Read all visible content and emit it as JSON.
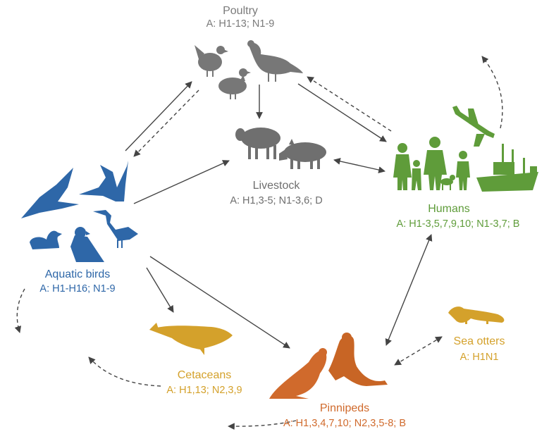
{
  "colors": {
    "poultry": "#7a7a7a",
    "livestock": "#6e6e6e",
    "humans": "#5f9c3a",
    "aquatic_birds": "#2e67a8",
    "cetaceans": "#d4a12b",
    "pinnipeds": "#d06a2c",
    "sea_otters": "#d4a12b",
    "arrow": "#444444"
  },
  "nodes": {
    "poultry": {
      "name": "Poultry",
      "subtypes": "A: H1-13; N1-9"
    },
    "livestock": {
      "name": "Livestock",
      "subtypes": "A: H1,3-5; N1-3,6; D"
    },
    "humans": {
      "name": "Humans",
      "subtypes": "A: H1-3,5,7,9,10; N1-3,7; B"
    },
    "aquatic_birds": {
      "name": "Aquatic birds",
      "subtypes": "A: H1-H16; N1-9"
    },
    "cetaceans": {
      "name": "Cetaceans",
      "subtypes": "A: H1,13; N2,3,9"
    },
    "pinnipeds": {
      "name": "Pinnipeds",
      "subtypes": "A: H1,3,4,7,10; N2,3,5-8; B"
    },
    "sea_otters": {
      "name": "Sea otters",
      "subtypes": "A: H1N1"
    }
  },
  "icons": {
    "poultry": [
      "chicken-icon",
      "turkey-icon",
      "duck-icon"
    ],
    "livestock": [
      "sheep-icon",
      "pig-icon"
    ],
    "humans": [
      "family-icon",
      "dog-icon",
      "airplane-icon",
      "ship-icon"
    ],
    "aquatic_birds": [
      "flying-bird-icon",
      "flying-gull-icon",
      "swimming-duck-icon",
      "puffin-icon",
      "heron-icon"
    ],
    "cetaceans": [
      "whale-icon"
    ],
    "pinnipeds": [
      "seal-icon",
      "sea-lion-icon"
    ],
    "sea_otters": [
      "otter-icon"
    ]
  }
}
